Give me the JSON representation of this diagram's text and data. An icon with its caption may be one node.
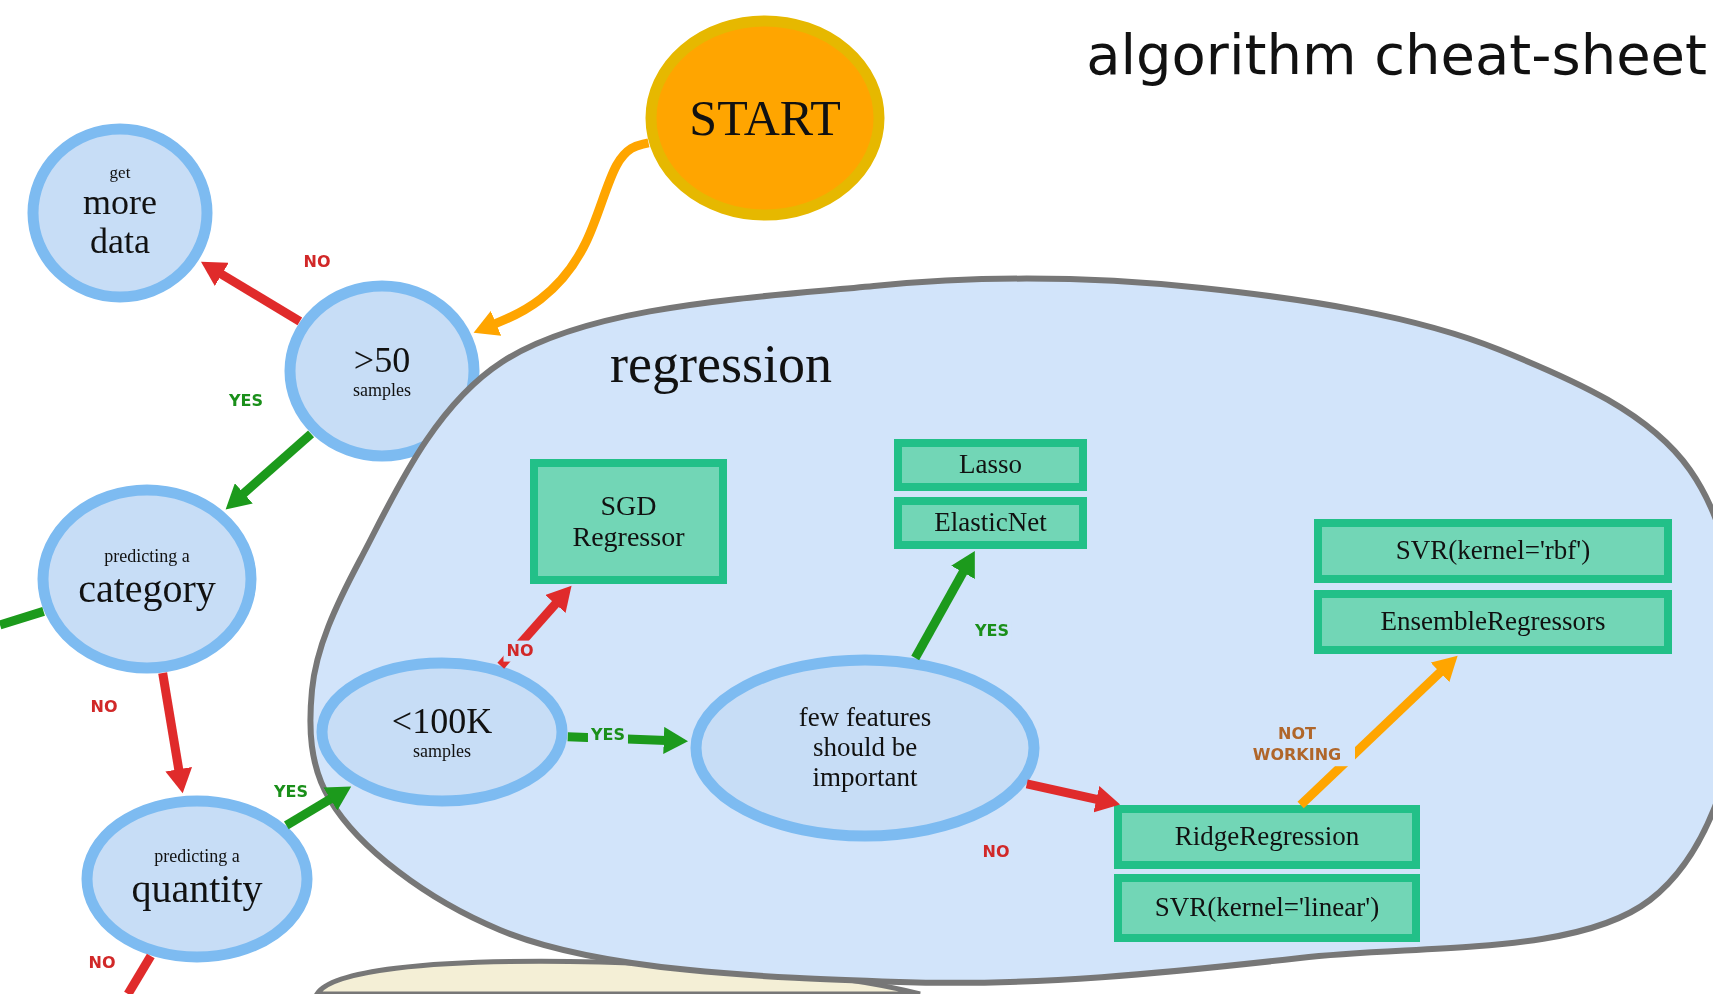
{
  "diagram": {
    "title": "algorithm cheat-sheet",
    "nodes": [
      {
        "text": [
          "START"
        ]
      },
      {
        "text": [
          "get",
          "more data"
        ]
      },
      {
        "text": [
          ">50",
          "samples"
        ]
      },
      {
        "text": [
          "predicting a",
          "category"
        ]
      },
      {
        "text": [
          "predicting a",
          "quantity"
        ]
      },
      {
        "text": [
          "regression"
        ]
      },
      {
        "text": [
          "<100K",
          "samples"
        ],
        "in": 5
      },
      {
        "text": [
          "SGD Regressor"
        ],
        "in": 5
      },
      {
        "text": [
          "Lasso"
        ],
        "in": 5
      },
      {
        "text": [
          "ElasticNet"
        ],
        "in": 5
      },
      {
        "text": [
          "few features should be important"
        ],
        "in": 5
      },
      {
        "text": [
          "SVR(kernel='rbf')"
        ],
        "in": 5
      },
      {
        "text": [
          "EnsembleRegressors"
        ],
        "in": 5
      },
      {
        "text": [
          "RidgeRegression"
        ],
        "in": 5
      },
      {
        "text": [
          "SVR(kernel='linear')"
        ],
        "in": 5
      }
    ],
    "edges": [
      {
        "from": 0,
        "to": 2,
        "arrow": "to",
        "color": "#ffa500"
      },
      {
        "from": 2,
        "to": 1,
        "arrow": "to",
        "label": "NO",
        "color": "#e02b2b"
      },
      {
        "from": 2,
        "to": 3,
        "arrow": "to",
        "label": "YES",
        "color": "#1c9a1c"
      },
      {
        "from": 3,
        "to": null,
        "arrow": "none",
        "color": "#1c9a1c"
      },
      {
        "from": 3,
        "to": 4,
        "arrow": "to",
        "label": "NO",
        "color": "#e02b2b"
      },
      {
        "from": 4,
        "to": 6,
        "arrow": "to",
        "label": "YES",
        "color": "#1c9a1c"
      },
      {
        "from": 4,
        "to": null,
        "arrow": "none",
        "label": "NO",
        "color": "#e02b2b"
      },
      {
        "from": 6,
        "to": 7,
        "arrow": "to",
        "label": "NO",
        "color": "#e02b2b"
      },
      {
        "from": 6,
        "to": 10,
        "arrow": "to",
        "label": "YES",
        "color": "#1c9a1c"
      },
      {
        "from": 10,
        "to": 9,
        "arrow": "to",
        "label": "YES",
        "color": "#1c9a1c"
      },
      {
        "from": 10,
        "to": 13,
        "arrow": "to",
        "label": "NO",
        "color": "#e02b2b"
      },
      {
        "from": 13,
        "to": 12,
        "arrow": "to",
        "label": "NOT WORKING",
        "color": "#ffa500"
      }
    ]
  }
}
